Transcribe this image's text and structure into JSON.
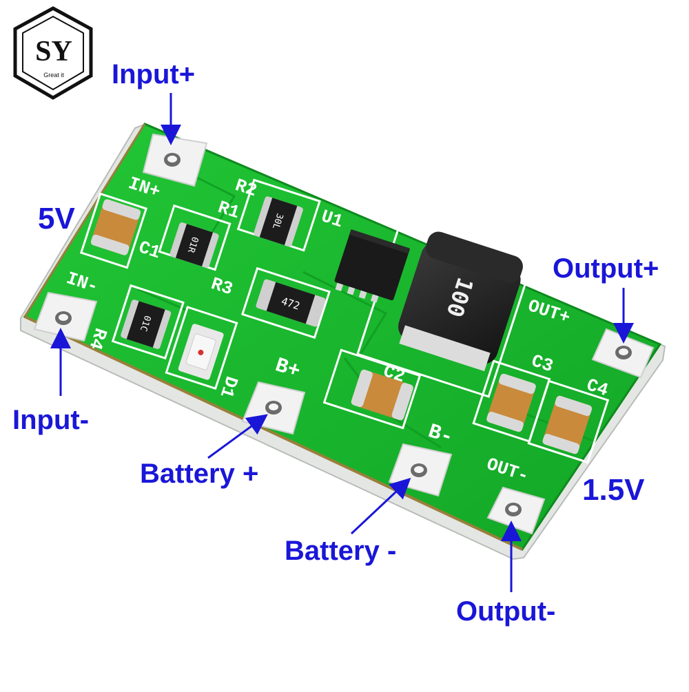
{
  "logo": {
    "letters": "SY",
    "tagline": "Great it"
  },
  "board": {
    "silkscreen": {
      "in_plus": "IN+",
      "in_minus": "IN-",
      "out_plus": "OUT+",
      "out_minus": "OUT-",
      "b_plus": "B+",
      "b_minus": "B-",
      "r1": "R1",
      "r2": "R2",
      "r3": "R3",
      "r4": "R4",
      "c1": "C1",
      "c2": "C2",
      "c3": "C3",
      "c4": "C4",
      "u1": "U1",
      "d1": "D1"
    },
    "markings": {
      "r1_code": "01R",
      "r2_code": "30L",
      "r3_code": "472",
      "r4_code": "01C",
      "inductor_code": "100"
    }
  },
  "callouts": {
    "input_plus": "Input+",
    "input_minus": "Input-",
    "output_plus": "Output+",
    "output_minus": "Output-",
    "battery_plus": "Battery +",
    "battery_minus": "Battery -",
    "input_voltage": "5V",
    "output_voltage": "1.5V"
  },
  "colors": {
    "pcb": "#17b82c",
    "pcb_edge": "#d8dcd8",
    "silkscreen": "#ffffff",
    "callout_text": "#1a16d8",
    "arrow": "#1a16d8",
    "capacitor": "#c98a3c",
    "chip": "#1a1a1a"
  }
}
